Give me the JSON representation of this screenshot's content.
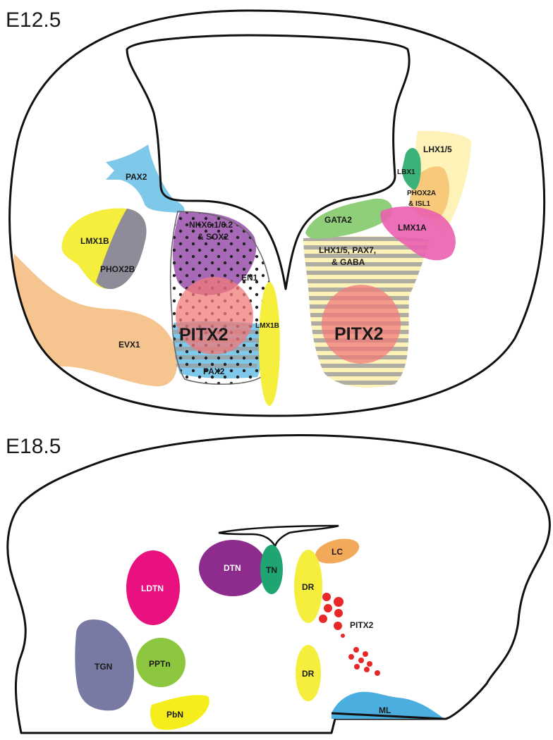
{
  "panels": {
    "e12": {
      "title": "E12.5",
      "labels": {
        "pax2_left": "PAX2",
        "lmx1b_left": "LMX1B",
        "phox2b": "PHOX2B",
        "evx1": "EVX1",
        "nkx_line1": "NKX6.1/6.2",
        "nkx_line2": "& SOX2",
        "en1": "EN1",
        "pitx2_left": "PITX2",
        "lmx1b_mid": "LMX1B",
        "pax2_bottom": "PAX2",
        "lhx15_top": "LHX1/5",
        "lbx1": "LBX1",
        "phox2a_line1": "PHOX2A",
        "phox2a_line2": "& ISL1",
        "gata2": "GATA2",
        "lmx1a": "LMX1A",
        "lhx_line1": "LHX1/5, PAX7,",
        "lhx_line2": "& GABA",
        "pitx2_right": "PITX2"
      }
    },
    "e18": {
      "title": "E18.5",
      "labels": {
        "dtn": "DTN",
        "tn": "TN",
        "lc": "LC",
        "ldtn": "LDTN",
        "dr_top": "DR",
        "pitx2": "PITX2",
        "tgn": "TGN",
        "pptn": "PPTn",
        "dr_bottom": "DR",
        "pbn": "PbN",
        "ml": "ML"
      }
    }
  },
  "colors": {
    "pax2": "#7ec8ea",
    "lmx1b": "#f5ee3c",
    "phox2b": "#7a7aa8",
    "evx1": "#f6c48e",
    "nkx": "#a869b8",
    "pitx2": "#f07a7a",
    "lhx15": "#fdf2b8",
    "lbx1": "#3ab27a",
    "phox2a": "#f7c26e",
    "gata2": "#8fcf7a",
    "lmx1a": "#ea5fb0",
    "stripe": "#9b9b9b",
    "dtn": "#8e2c8e",
    "tn": "#1ea571",
    "lc": "#f2a95a",
    "ldtn": "#e8117f",
    "dr": "#f5ee3c",
    "pitx2_dots": "#e82828",
    "tgn": "#797aa3",
    "pptn": "#8dc63f",
    "pbn": "#f5ee1c",
    "ml": "#4aaedf"
  }
}
